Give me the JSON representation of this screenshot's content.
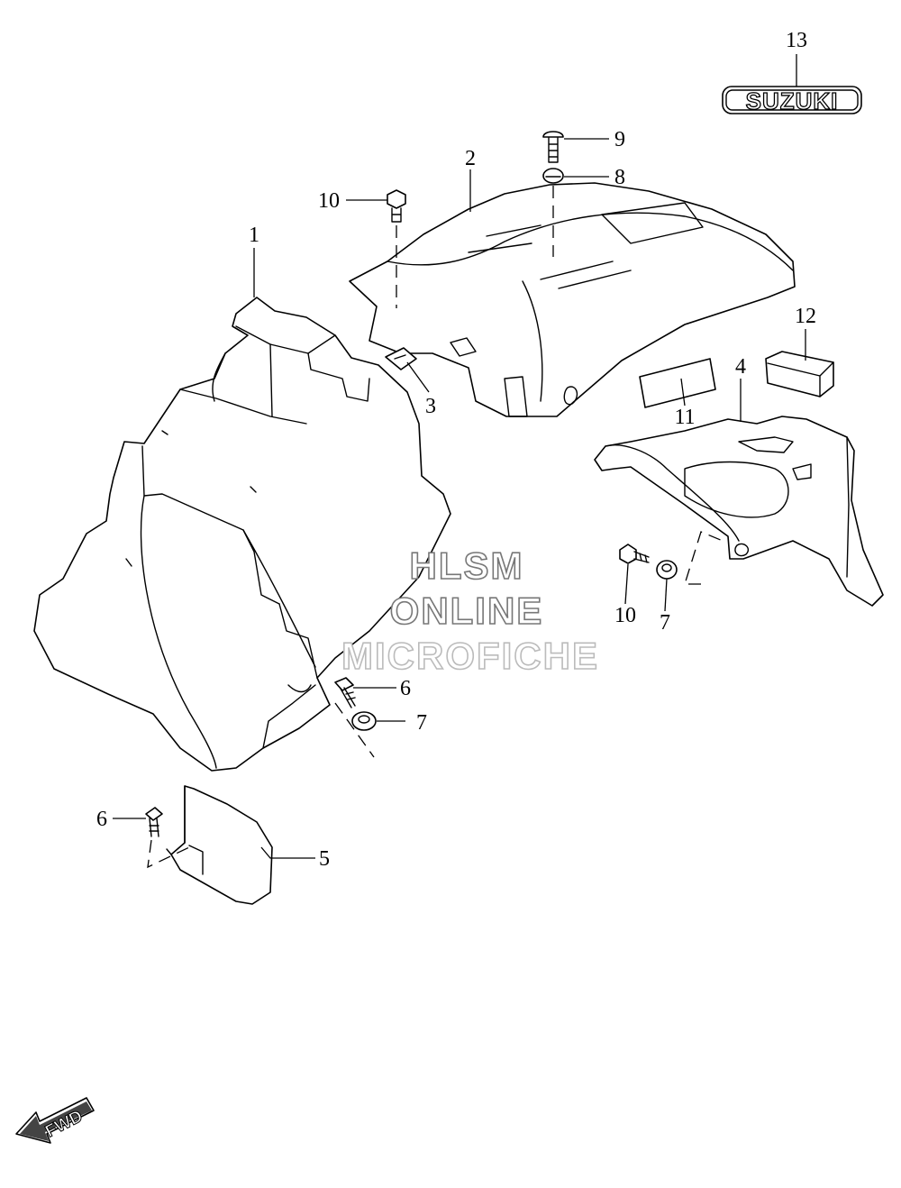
{
  "callouts": [
    {
      "id": "1",
      "label": "1"
    },
    {
      "id": "2",
      "label": "2"
    },
    {
      "id": "3",
      "label": "3"
    },
    {
      "id": "4",
      "label": "4"
    },
    {
      "id": "5",
      "label": "5"
    },
    {
      "id": "6a",
      "label": "6"
    },
    {
      "id": "6b",
      "label": "6"
    },
    {
      "id": "7a",
      "label": "7"
    },
    {
      "id": "7b",
      "label": "7"
    },
    {
      "id": "8",
      "label": "8"
    },
    {
      "id": "9",
      "label": "9"
    },
    {
      "id": "10a",
      "label": "10"
    },
    {
      "id": "10b",
      "label": "10"
    },
    {
      "id": "11",
      "label": "11"
    },
    {
      "id": "12",
      "label": "12"
    },
    {
      "id": "13",
      "label": "13"
    }
  ],
  "badge": {
    "text": "SUZUKI"
  },
  "watermark": {
    "line1": "HLSM",
    "line2": "ONLINE",
    "line3": "MICROFICHE"
  },
  "direction": {
    "text": "FWD"
  }
}
